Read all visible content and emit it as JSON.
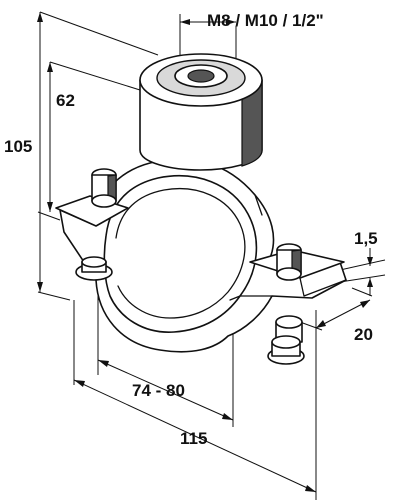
{
  "drawing": {
    "subject": "pipe-clamp",
    "thread_label": "M8 / M10 / 1/2\"",
    "dimensions": {
      "overall_height": "105",
      "nut_height": "62",
      "band_thickness": "1,5",
      "band_width": "20",
      "pipe_diameter_range": "74 - 80",
      "overall_width": "115"
    },
    "colors": {
      "line": "#111111",
      "shade": "#d9d9d9",
      "background": "#ffffff"
    }
  }
}
